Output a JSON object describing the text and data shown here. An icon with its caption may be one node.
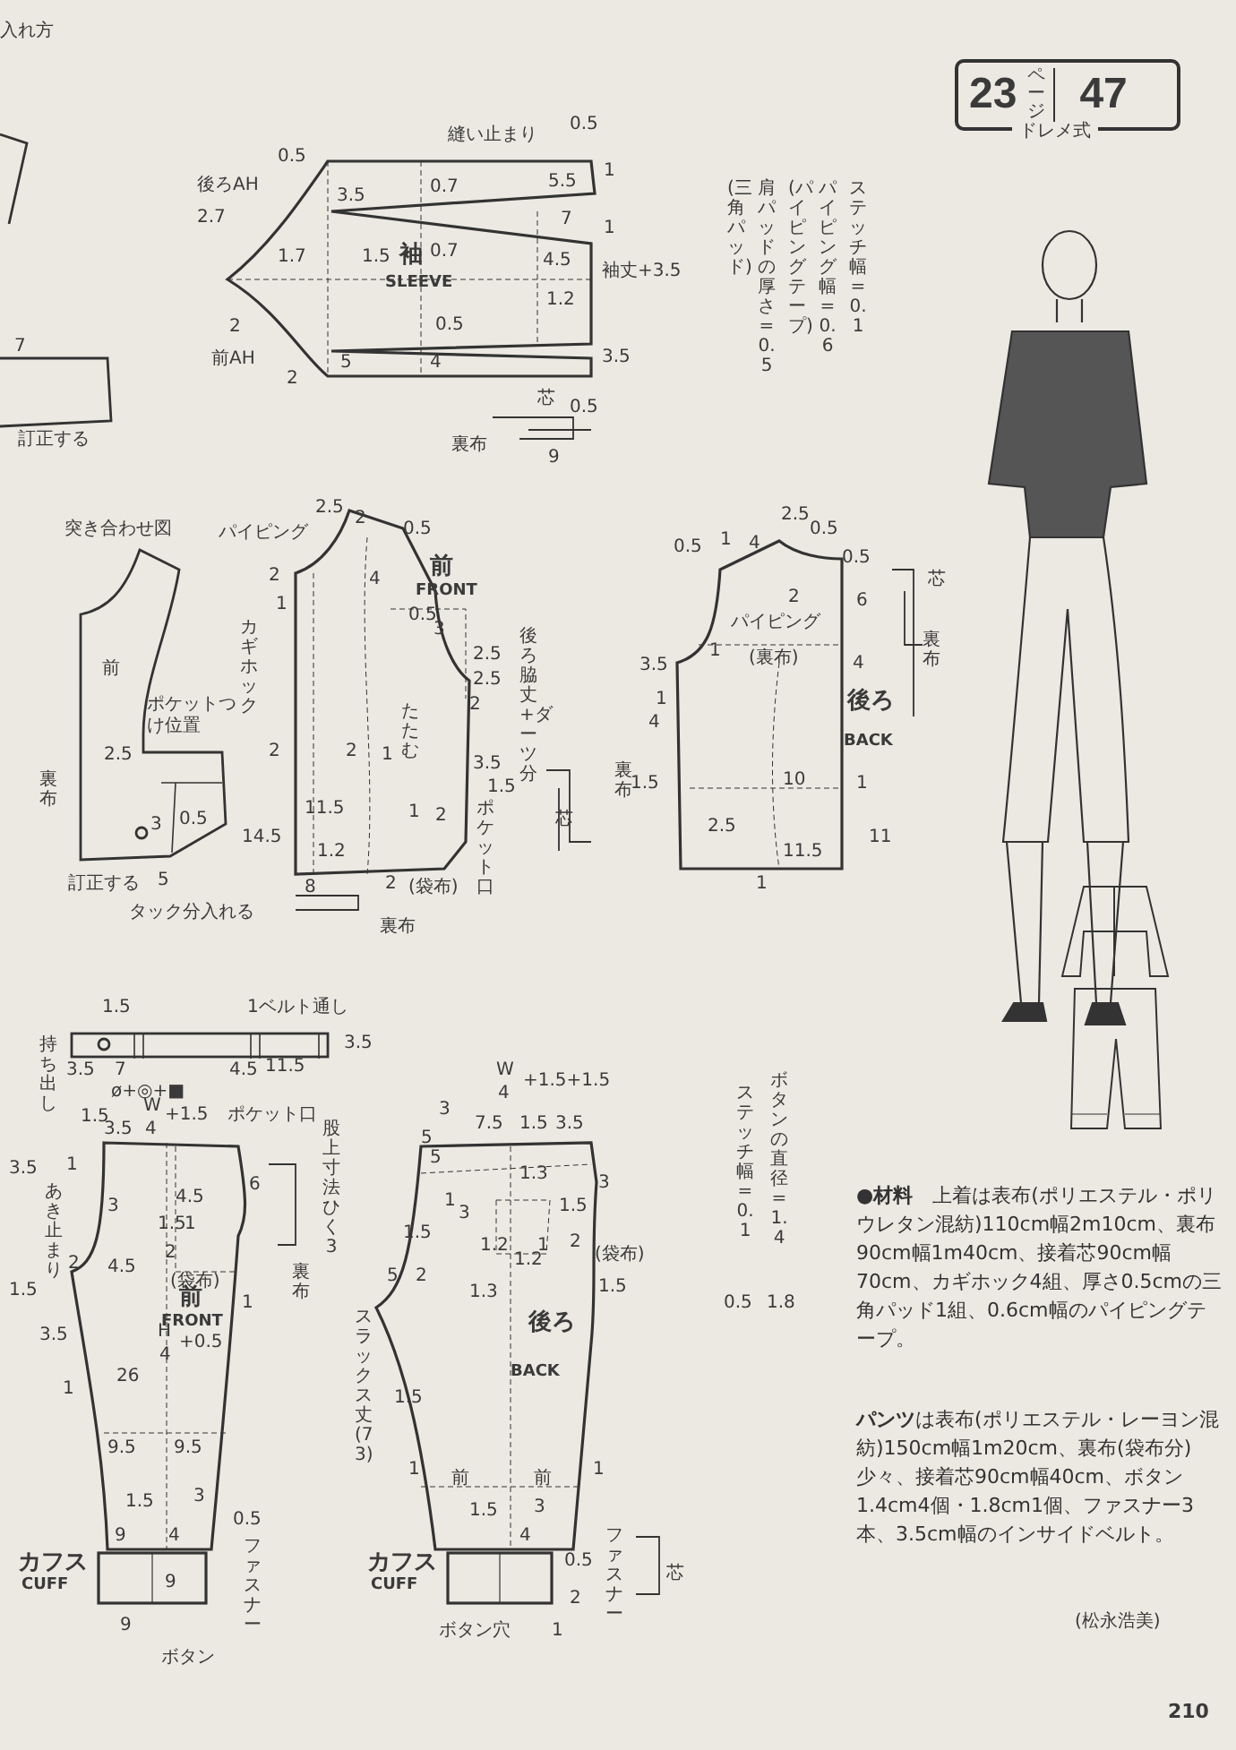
{
  "diagram": {
    "nodes": [
      {
        "text": [
          "23",
          "ページ",
          "47",
          "ドレメ式"
        ]
      },
      {
        "text": [
          "袖",
          "SLEEVE"
        ]
      },
      {
        "text": [
          "前",
          "FRONT"
        ]
      },
      {
        "text": [
          "後ろ",
          "BACK"
        ]
      },
      {
        "text": [
          "前",
          "FRONT"
        ]
      },
      {
        "text": [
          "カフス",
          "CUFF"
        ]
      },
      {
        "text": [
          "後ろ",
          "BACK"
        ]
      },
      {
        "text": [
          "カフス",
          "CUFF"
        ]
      }
    ],
    "labels": [
      "入れ方",
      "7",
      "訂正する",
      "0.5",
      "後ろAH",
      "2.7",
      "1.7",
      "3.5",
      "1.5",
      "0.7",
      "0.7",
      "縫い止まり",
      "0.5",
      "5.5",
      "1",
      "7",
      "1",
      "4.5",
      "袖丈+3.5",
      "1.2",
      "2",
      "0.5",
      "前AH",
      "2",
      "5",
      "4",
      "3.5",
      "芯",
      "0.5",
      "裏布",
      "9",
      "(三角パッド)",
      "肩パッドの厚さ=0.5",
      "(パイピングテープ)",
      "パイピング幅=0.6",
      "ステッチ幅=0.1",
      "突き合わせ図",
      "前",
      "ポケットつけ位置",
      "2.5",
      "3",
      "0.5",
      "訂正する",
      "5",
      "タック分入れる",
      "裏布",
      "パイピング",
      "2.5",
      "2",
      "0.5",
      "2",
      "1",
      "4",
      "カギホック",
      "0.5",
      "3",
      "2.5",
      "2.5",
      "2",
      "2",
      "たたむ",
      "2",
      "1",
      "3.5",
      "1.5",
      "11.5",
      "1",
      "2",
      "14.5",
      "1.2",
      "8",
      "2",
      "(袋布)",
      "ポケット口",
      "後ろ脇丈+ダーツ分",
      "裏布",
      "芯",
      "裏布",
      "0.5",
      "1",
      "4",
      "2.5",
      "0.5",
      "0.5",
      "2",
      "6",
      "芯",
      "パイピング",
      "3.5",
      "1",
      "(裏布)",
      "4",
      "1",
      "4",
      "裏布",
      "1.5",
      "10",
      "1",
      "2.5",
      "11",
      "11.5",
      "1",
      "1.5",
      "1ベルト通し",
      "持ち出し",
      "3.5",
      "3.5",
      "7",
      "4.5",
      "11.5",
      "ø+◎+■",
      "1.5",
      "W",
      "4",
      "+1.5",
      "ポケット口",
      "3.5",
      "3.5",
      "1",
      "あき止まり",
      "3",
      "4.5",
      "6",
      "1.5",
      "1",
      "2",
      "2",
      "4.5",
      "(袋布)",
      "1.5",
      "1",
      "3.5",
      "H",
      "4",
      "+0.5",
      "1",
      "26",
      "9.5",
      "9.5",
      "1.5",
      "3",
      "9",
      "4",
      "9",
      "0.5",
      "ファスナー",
      "9",
      "ボタン",
      "股上寸法ひく3",
      "裏布",
      "スラックス丈(73)",
      "W",
      "4",
      "+1.5+1.5",
      "3",
      "5",
      "7.5",
      "1.5",
      "3.5",
      "5",
      "1",
      "1.3",
      "3",
      "3",
      "1.5",
      "1.2",
      "1.2",
      "1",
      "2",
      "(袋布)",
      "1.5",
      "5",
      "2",
      "1.3",
      "1.5",
      "1.5",
      "1",
      "1.5",
      "3",
      "4",
      "1",
      "0.5",
      "2",
      "ファスナー",
      "芯",
      "ボタン穴",
      "1",
      "ボタンの直径=1.4",
      "1.8",
      "ステッチ幅=0.1",
      "0.5",
      "210",
      "●**材料**　上着は表布(ポリエステル・ポリウレタン混紡)110cm幅2m10cm、裏布90cm幅1m40cm、接着芯90cm幅70cm、カギホック4組、厚さ0.5cmの三角パッド1組、0.6cm幅のパイピングテープ。",
      "**パンツ**は表布(ポリエステル・レーヨン混紡)150cm幅1m20cm、裏布(袋布分)少々、接着芯90cm幅40cm、ボタン1.4cm4個・1.8cm1個、ファスナー3本、3.5cm幅のインサイドベルト。",
      "(松永浩美)",
      "前",
      "前"
    ]
  }
}
